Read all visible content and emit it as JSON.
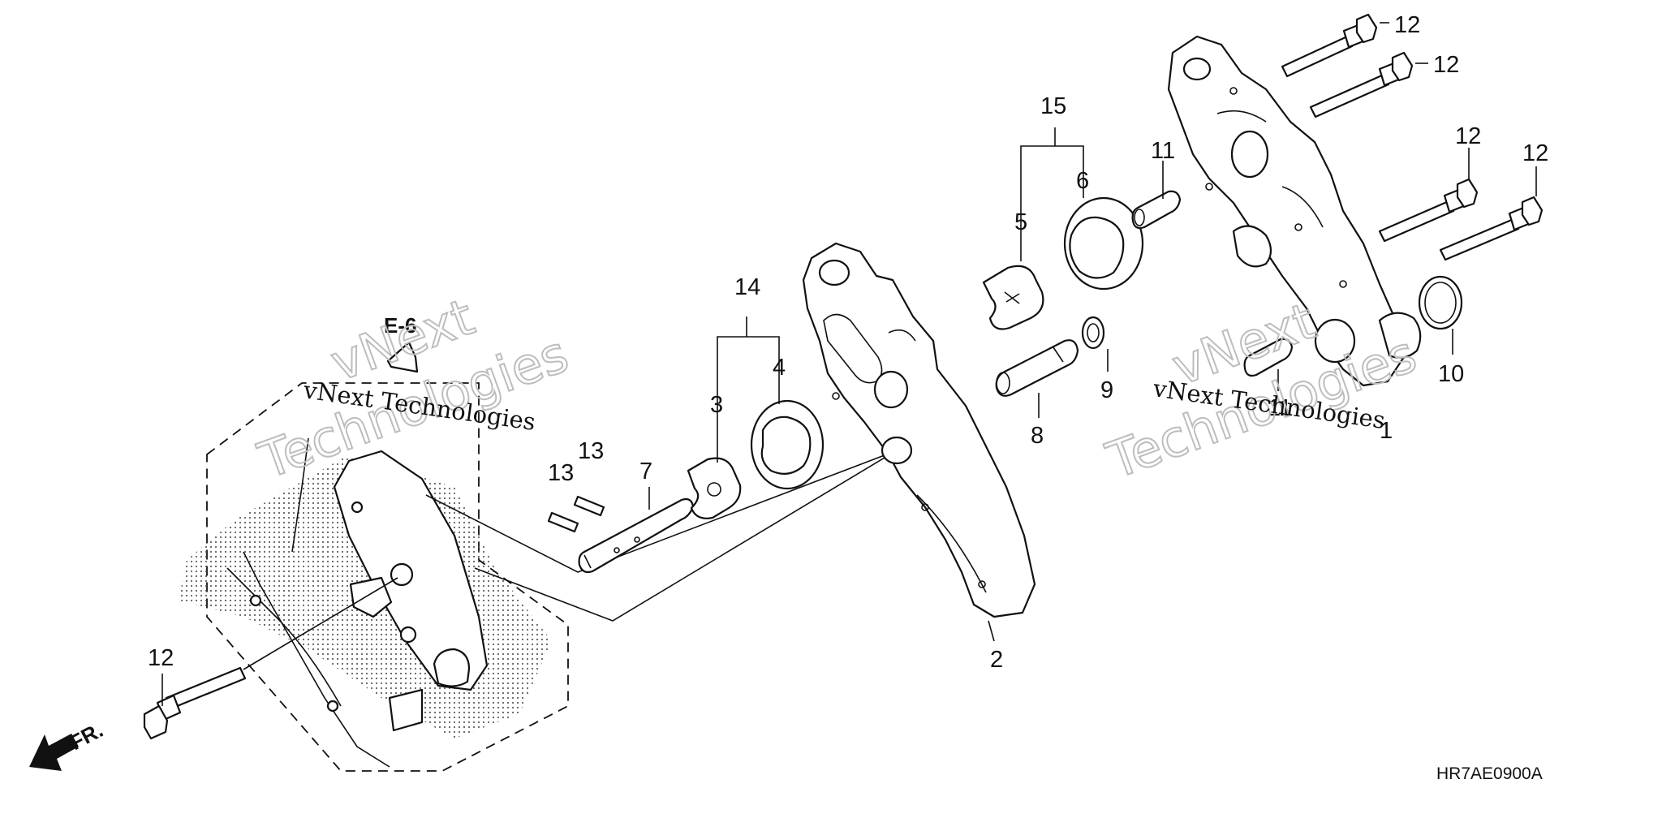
{
  "diagram": {
    "reference": "E-6",
    "front_label": "FR.",
    "code": "HR7AE0900A",
    "callouts": {
      "c1": "1",
      "c2": "2",
      "c3": "3",
      "c4": "4",
      "c5": "5",
      "c6": "6",
      "c7": "7",
      "c8": "8",
      "c9": "9",
      "c10": "10",
      "c11a": "11",
      "c11b": "11",
      "c12a": "12",
      "c12b": "12",
      "c12c": "12",
      "c12d": "12",
      "c12e": "12",
      "c13a": "13",
      "c13b": "13",
      "c14": "14",
      "c15": "15"
    },
    "watermarks": {
      "w1_small": "vNext Technologies",
      "w1_big_top": "vNext",
      "w1_big_bottom": "Technologies",
      "w2_small": "vNext Technologies",
      "w2_big_top": "vNext",
      "w2_big_bottom": "Technologies"
    }
  }
}
